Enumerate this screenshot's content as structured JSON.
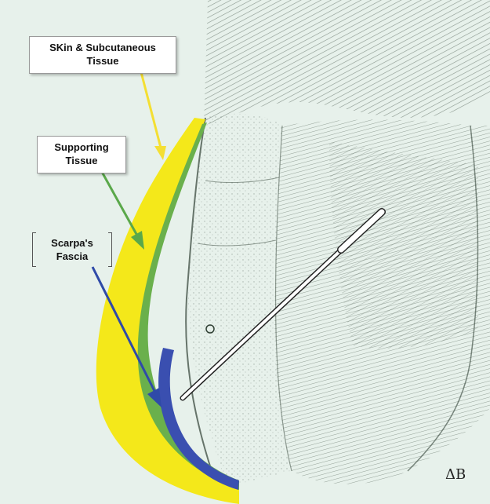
{
  "labels": {
    "skin": {
      "line1": "SKin & Subcutaneous",
      "line2": "Tissue",
      "color": "#f4df33"
    },
    "supporting": {
      "line1": "Supporting",
      "line2": "Tissue",
      "color": "#5aa84a"
    },
    "scarpa": {
      "line1": "Scarpa's",
      "line2": "Fascia",
      "color": "#2f4aa8"
    }
  },
  "signature": "ΔB",
  "colors": {
    "background": "#e7f1eb",
    "skin_layer": "#f4e81a",
    "supporting_layer": "#6ab04c",
    "scarpa_layer": "#3a4fb0",
    "sketch": "#2f3f33"
  }
}
